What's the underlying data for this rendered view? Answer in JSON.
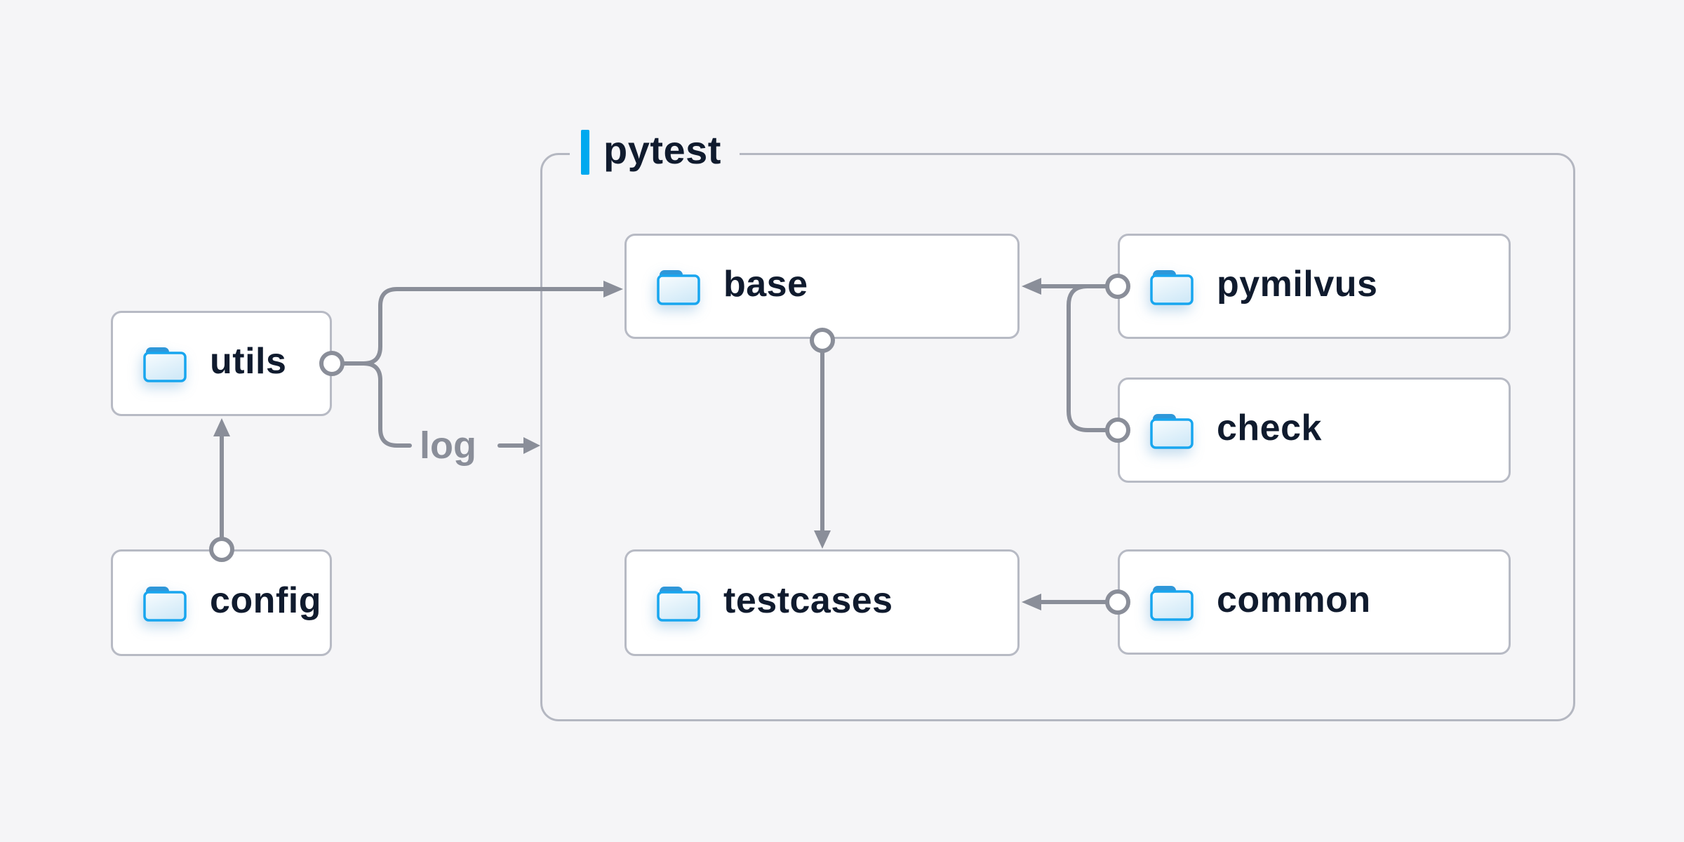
{
  "diagram": {
    "group": {
      "label": "pytest"
    },
    "nodes": [
      {
        "id": "utils",
        "label": "utils",
        "icon": "folder-icon"
      },
      {
        "id": "config",
        "label": "config",
        "icon": "folder-icon"
      },
      {
        "id": "base",
        "label": "base",
        "icon": "folder-icon"
      },
      {
        "id": "testcases",
        "label": "testcases",
        "icon": "folder-icon"
      },
      {
        "id": "pymilvus",
        "label": "pymilvus",
        "icon": "folder-icon"
      },
      {
        "id": "check",
        "label": "check",
        "icon": "folder-icon"
      },
      {
        "id": "common",
        "label": "common",
        "icon": "folder-icon"
      }
    ],
    "edges": [
      {
        "from": "utils",
        "to": "base",
        "label": ""
      },
      {
        "from": "utils",
        "to": "pytest",
        "label": "log"
      },
      {
        "from": "config",
        "to": "utils",
        "label": ""
      },
      {
        "from": "base",
        "to": "testcases",
        "label": ""
      },
      {
        "from": "pymilvus",
        "to": "base",
        "label": ""
      },
      {
        "from": "check",
        "to": "base",
        "label": ""
      },
      {
        "from": "common",
        "to": "testcases",
        "label": ""
      }
    ],
    "edge_label_log": "log",
    "colors": {
      "accent": "#00a9ef",
      "folder_stroke": "#18a6ef",
      "folder_tab": "#2e97d9",
      "text": "#101b2e",
      "connector": "#8a8e99",
      "node_border": "#b7bac4",
      "group_border": "#b4b7c1",
      "background": "#f5f5f7"
    }
  }
}
